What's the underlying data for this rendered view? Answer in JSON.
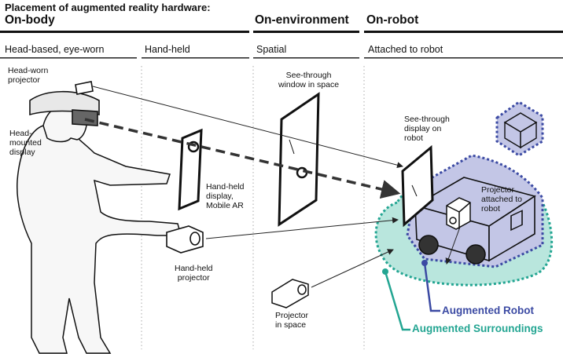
{
  "title": "Placement of augmented reality hardware:",
  "categories": {
    "on_body": "On-body",
    "on_environment": "On-environment",
    "on_robot": "On-robot"
  },
  "subcategories": {
    "head_based": "Head-based, eye-worn",
    "hand_held": "Hand-held",
    "spatial": "Spatial",
    "attached": "Attached to robot"
  },
  "labels": {
    "head_worn_projector": "Head-worn\nprojector",
    "head_mounted_display": "Head-\nmounted\ndisplay",
    "hand_held_display": "Hand-held\ndisplay,\nMobile AR",
    "hand_held_projector": "Hand-held\nprojector",
    "see_through_window": "See-through\nwindow in space",
    "projector_in_space": "Projector\nin space",
    "see_through_robot": "See-through\ndisplay on\nrobot",
    "projector_attached": "Projector\nattached to\nrobot"
  },
  "augmented": {
    "robot": "Augmented Robot",
    "surroundings": "Augmented Surroundings"
  },
  "colors": {
    "robot_accent": "#3b4aa3",
    "robot_fill": "#c3c6e6",
    "surroundings_accent": "#23a592",
    "surroundings_fill": "#b9e6dd"
  }
}
